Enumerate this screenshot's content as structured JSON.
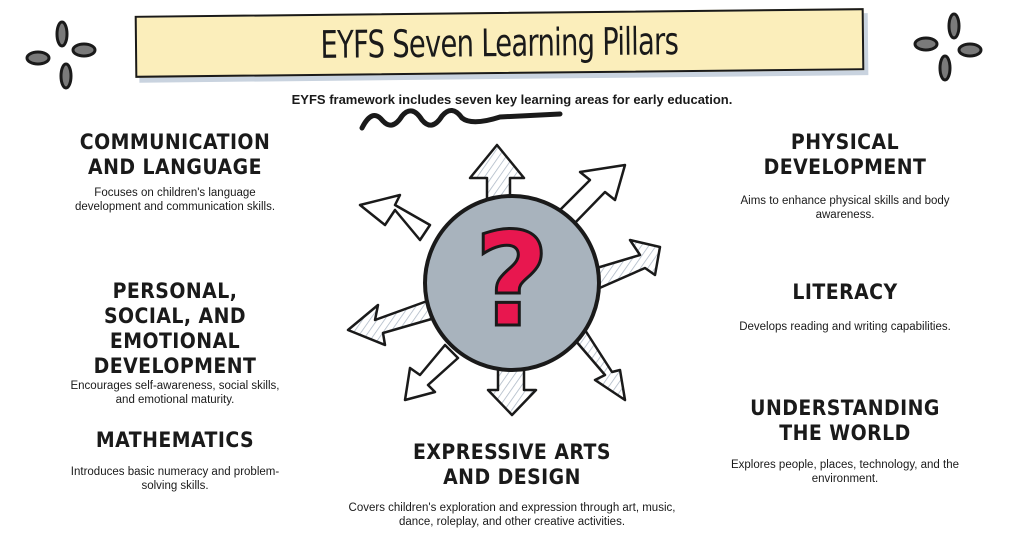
{
  "title": "EYFS Seven Learning Pillars",
  "subtitle": "EYFS framework includes seven key learning areas for early education.",
  "center_symbol": "?",
  "colors": {
    "title_bg": "#fbeebb",
    "circle": "#a8b3bd",
    "question": "#e8174f"
  },
  "pillars": {
    "communication": {
      "title": "Communication and Language",
      "desc": "Focuses on children's language development and communication skills."
    },
    "personal": {
      "title": "Personal, Social, and Emotional Development",
      "desc": "Encourages self-awareness, social skills, and emotional maturity."
    },
    "mathematics": {
      "title": "Mathematics",
      "desc": "Introduces basic numeracy and problem-solving skills."
    },
    "physical": {
      "title": "Physical Development",
      "desc": "Aims to enhance physical skills and body awareness."
    },
    "literacy": {
      "title": "Literacy",
      "desc": "Develops reading and writing capabilities."
    },
    "understanding": {
      "title": "Understanding the World",
      "desc": "Explores people, places, technology, and the environment."
    },
    "expressive": {
      "title": "Expressive Arts and Design",
      "desc": "Covers children's exploration and expression through art, music, dance, roleplay, and other creative activities."
    }
  }
}
